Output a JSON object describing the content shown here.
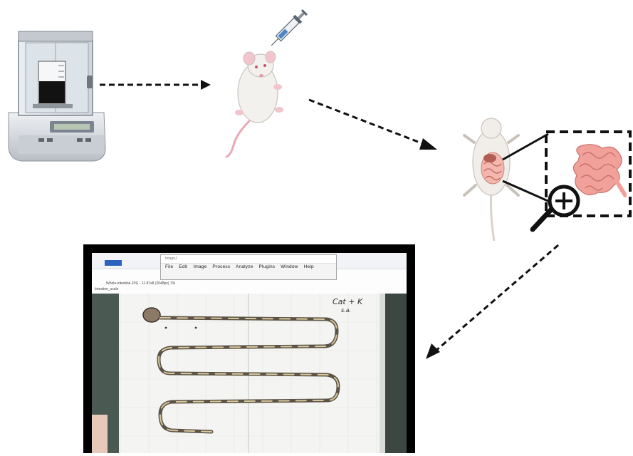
{
  "screenshot": {
    "imagej_title": "ImageJ",
    "imagej_menu": [
      "File",
      "Edit",
      "Image",
      "Process",
      "Analyze",
      "Plugins",
      "Window",
      "Help"
    ],
    "status_line": "Whole-intestine.JPG - 11.87x8 (2048px) 1%",
    "status_line2": "Intestine_scale",
    "note_line1": "Cat + K",
    "note_line2": "s.a."
  },
  "colors": {
    "arrow": "#111111",
    "tissue": "#f2a19a",
    "mouse_tail": "#e8a8b4",
    "balance_body": "#d9dde2"
  }
}
